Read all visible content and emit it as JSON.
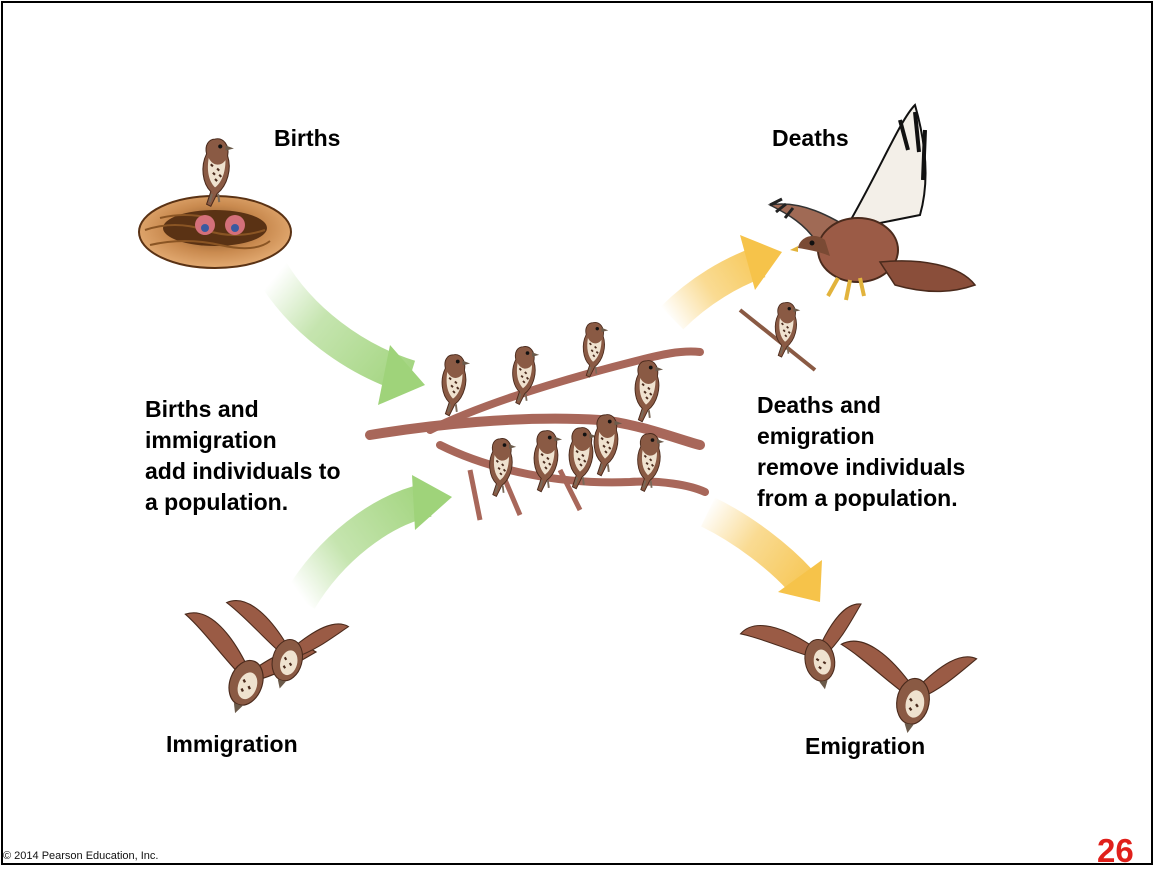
{
  "labels": {
    "births": "Births",
    "deaths": "Deaths",
    "immigration": "Immigration",
    "emigration": "Emigration"
  },
  "left_text": [
    "Births and",
    "immigration",
    "add individuals to",
    "a population."
  ],
  "right_text": [
    "Deaths and",
    "emigration",
    "remove individuals",
    "from a population."
  ],
  "footer": {
    "copyright": "© 2014 Pearson Education, Inc.",
    "page_number": "26"
  },
  "colors": {
    "add_arrow": "#9fd37a",
    "remove_arrow": "#f6c34a",
    "page_number": "#e0201b"
  },
  "icons": [
    "sparrow-on-nest",
    "hawk-attacking-sparrow",
    "sparrows-on-branch",
    "flying-sparrows"
  ]
}
